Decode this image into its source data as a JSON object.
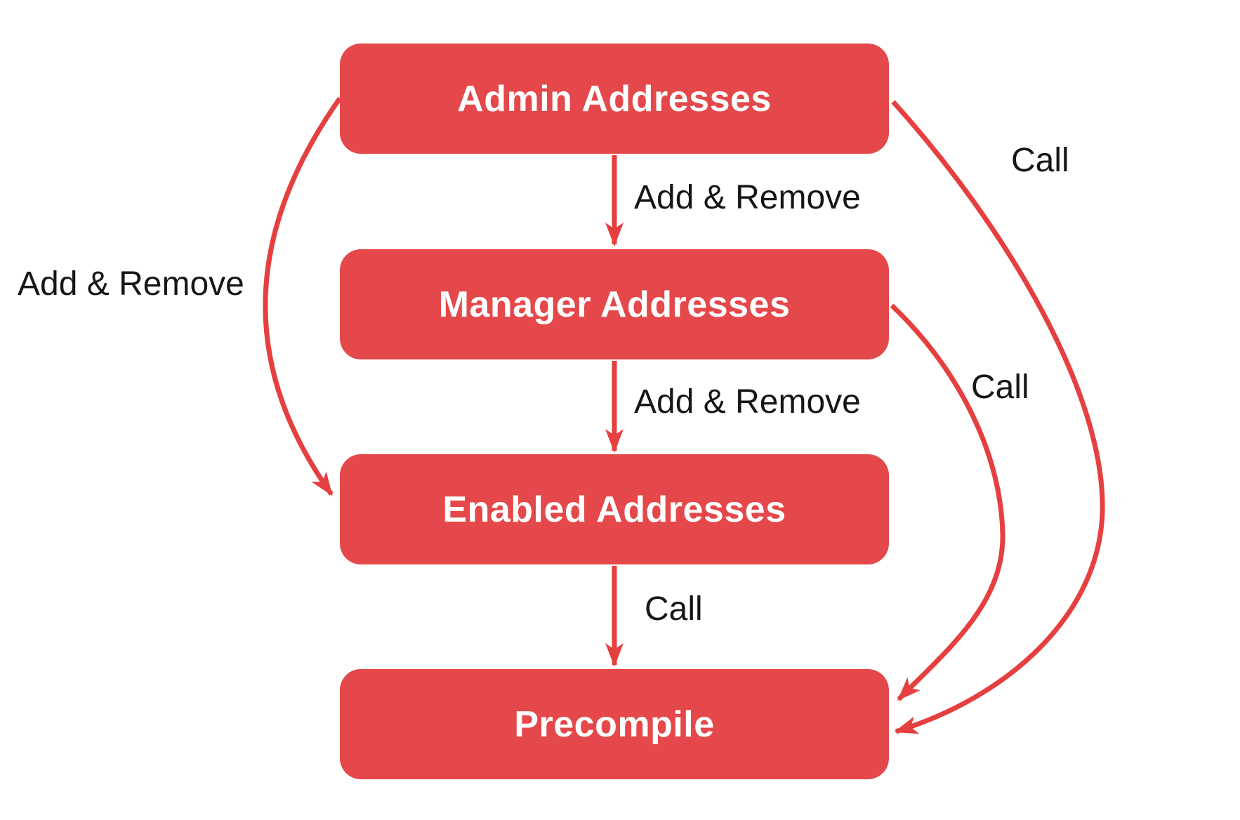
{
  "diagram": {
    "nodes": [
      {
        "id": "admin",
        "label": "Admin Addresses"
      },
      {
        "id": "manager",
        "label": "Manager Addresses"
      },
      {
        "id": "enabled",
        "label": "Enabled Addresses"
      },
      {
        "id": "precompile",
        "label": "Precompile"
      }
    ],
    "edges": [
      {
        "from": "admin",
        "to": "manager",
        "label": "Add & Remove",
        "style": "straight-down"
      },
      {
        "from": "manager",
        "to": "enabled",
        "label": "Add & Remove",
        "style": "straight-down"
      },
      {
        "from": "enabled",
        "to": "precompile",
        "label": "Call",
        "style": "straight-down"
      },
      {
        "from": "admin",
        "to": "enabled",
        "label": "Add & Remove",
        "style": "curved-left"
      },
      {
        "from": "admin",
        "to": "precompile",
        "label": "Call",
        "style": "curved-right-outer"
      },
      {
        "from": "manager",
        "to": "precompile",
        "label": "Call",
        "style": "curved-right-inner"
      }
    ],
    "colors": {
      "node_fill": "#E5484A",
      "node_text": "#FFFFFF",
      "arrow": "#E5403F",
      "label_text": "#161616",
      "background": "#FFFFFF"
    }
  }
}
